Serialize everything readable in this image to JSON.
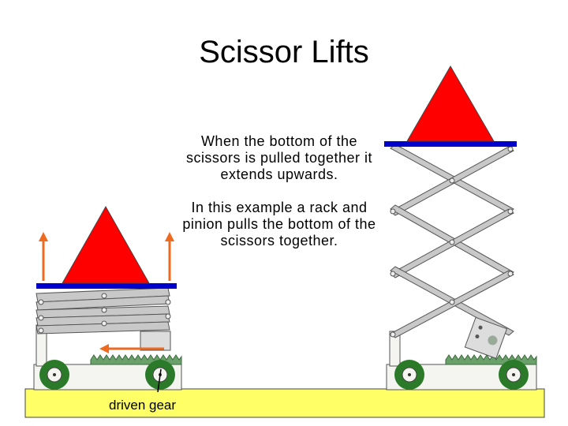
{
  "slide": {
    "title": "Scissor Lifts",
    "paragraph1": "When the bottom of the scissors is pulled together it extends upwards.",
    "paragraph2": "In this example a rack and pinion pulls the bottom of the scissors together.",
    "caption_driven_gear": "driven gear"
  },
  "colors": {
    "load_triangle": "#ff0000",
    "platform": "#0000cc",
    "scissor_arm": "#c8c8c8",
    "ground": "#ffff66",
    "wheel": "#2a7a2a",
    "gear_rack": "#5a9a5a",
    "arrow": "#ee6a1e"
  }
}
